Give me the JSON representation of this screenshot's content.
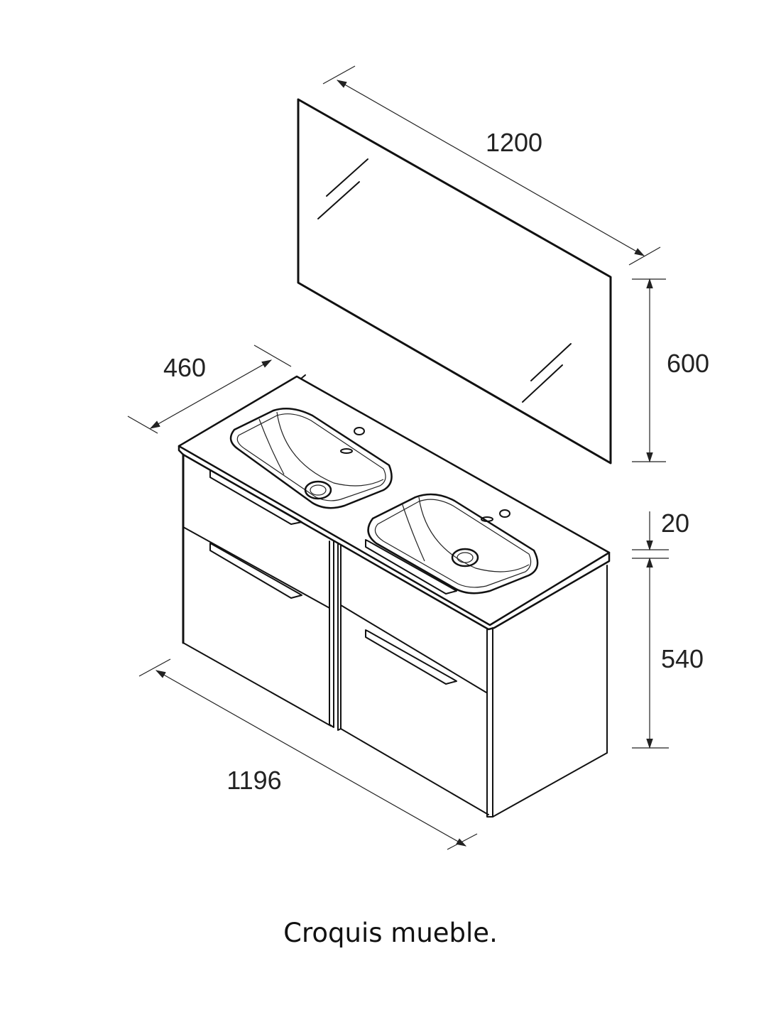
{
  "dimensions": {
    "mirror_width": "1200",
    "mirror_height": "600",
    "depth": "460",
    "countertop_thickness": "20",
    "cabinet_height": "540",
    "cabinet_width": "1196"
  },
  "caption": "Croquis mueble.",
  "colors": {
    "line": "#111111",
    "background": "#ffffff"
  }
}
